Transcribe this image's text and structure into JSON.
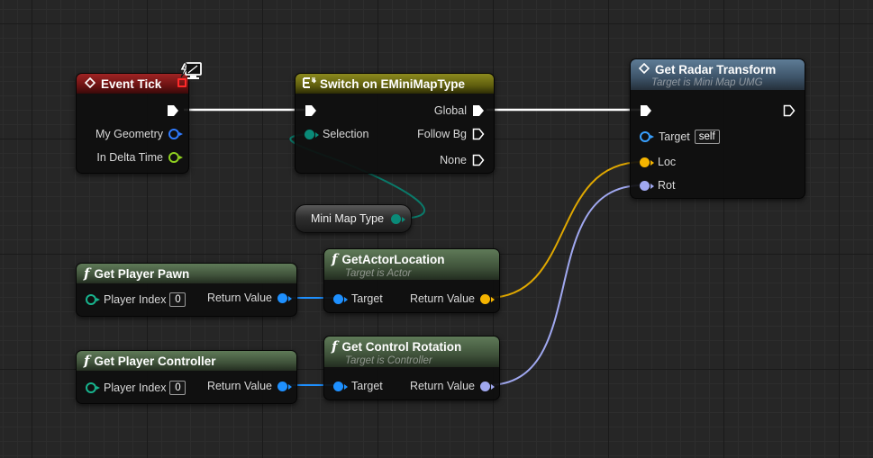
{
  "nodes": {
    "event_tick": {
      "title": "Event Tick",
      "outputs": [
        "My Geometry",
        "In Delta Time"
      ]
    },
    "switch": {
      "title": "Switch on EMiniMapType",
      "input_label": "Selection",
      "outputs": [
        "Global",
        "Follow Bg",
        "None"
      ]
    },
    "get_radar_transform": {
      "title": "Get Radar Transform",
      "subtitle": "Target is Mini Map UMG",
      "target_label": "Target",
      "target_value": "self",
      "inputs": [
        "Loc",
        "Rot"
      ]
    },
    "mini_map_type": {
      "label": "Mini Map Type"
    },
    "get_player_pawn": {
      "title": "Get Player Pawn",
      "input_label": "Player Index",
      "input_value": "0",
      "output_label": "Return Value"
    },
    "get_player_controller": {
      "title": "Get Player Controller",
      "input_label": "Player Index",
      "input_value": "0",
      "output_label": "Return Value"
    },
    "get_actor_location": {
      "title": "GetActorLocation",
      "subtitle": "Target is Actor",
      "input_label": "Target",
      "output_label": "Return Value"
    },
    "get_control_rotation": {
      "title": "Get Control Rotation",
      "subtitle": "Target is Controller",
      "input_label": "Target",
      "output_label": "Return Value"
    }
  },
  "colors": {
    "exec_wire": "#ffffff",
    "object_wire": "#1e90ff",
    "vector_wire": "#f5b400",
    "rotator_wire": "#a0a8f0",
    "enum_wire": "#0a8a78",
    "event_header": "#a02424",
    "switch_header": "#8c8a1e",
    "pure_function_header": "#5f7a58",
    "impure_function_header": "#5e7c96"
  },
  "icons": {
    "event": "event-diamond-icon",
    "switch": "switch-icon",
    "function": "function-icon",
    "debug": "monitor-debug-icon"
  }
}
